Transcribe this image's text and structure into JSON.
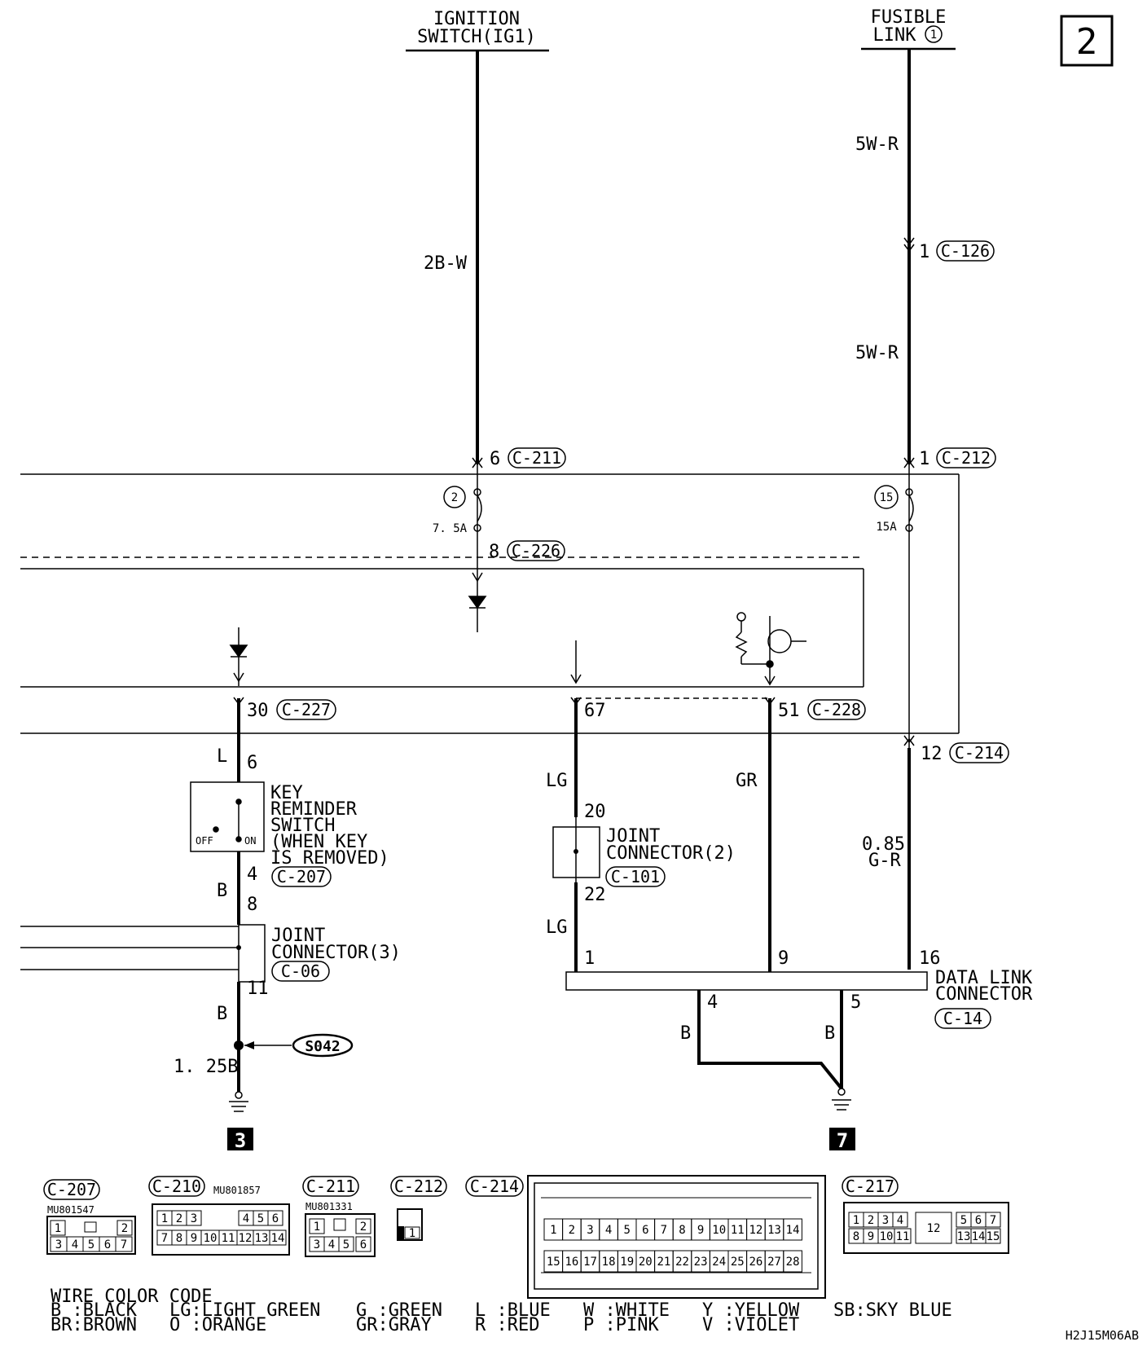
{
  "page_number": "2",
  "figure_code": "H2J15M06AB",
  "sources": {
    "ignition": {
      "line1": "IGNITION",
      "line2": "SWITCH(IG1)"
    },
    "fusible": {
      "line1": "FUSIBLE",
      "line2": "LINK",
      "num": "1"
    }
  },
  "wires": {
    "w_2bw": "2B-W",
    "w_5wr_a": "5W-R",
    "w_5wr_b": "5W-R",
    "w_l": "L",
    "w_b1": "B",
    "w_b2": "B",
    "w_125b": "1. 25B",
    "w_lg1": "LG",
    "w_lg2": "LG",
    "w_gr": "GR",
    "w_085_1": "0.85",
    "w_085_2": "G-R",
    "w_b3": "B",
    "w_b4": "B"
  },
  "connectors": {
    "c126": {
      "pin": "1",
      "name": "C-126"
    },
    "c211": {
      "pin": "6",
      "name": "C-211"
    },
    "c212": {
      "pin": "1",
      "name": "C-212"
    },
    "c226": {
      "pin": "8",
      "name": "C-226"
    },
    "c227": {
      "pin": "30",
      "name": "C-227"
    },
    "c228": {
      "pin67": "67",
      "pin51": "51",
      "name": "C-228"
    },
    "c214": {
      "pin": "12",
      "name": "C-214"
    },
    "c207": {
      "pin6": "6",
      "pin4": "4",
      "name": "C-207"
    },
    "c06": {
      "pin8": "8",
      "pin11": "11",
      "name": "C-06"
    },
    "c101": {
      "pin20": "20",
      "pin22": "22",
      "name": "C-101"
    },
    "c14": {
      "pin1": "1",
      "pin9": "9",
      "pin16": "16",
      "pin4": "4",
      "pin5": "5",
      "name": "C-14"
    }
  },
  "fuses": {
    "f2": {
      "num": "2",
      "rating": "7. 5A"
    },
    "f15": {
      "num": "15",
      "rating": "15A"
    }
  },
  "components": {
    "key_switch": {
      "l1": "KEY",
      "l2": "REMINDER",
      "l3": "SWITCH",
      "l4": "(WHEN KEY",
      "l5": "IS REMOVED)",
      "off": "OFF",
      "on": "ON"
    },
    "joint3": {
      "l1": "JOINT",
      "l2": "CONNECTOR(3)"
    },
    "joint2": {
      "l1": "JOINT",
      "l2": "CONNECTOR(2)"
    },
    "dlc": {
      "l1": "DATA LINK",
      "l2": "CONNECTOR"
    },
    "splice": "S042",
    "ground3": "3",
    "ground7": "7"
  },
  "connector_views": {
    "c207": {
      "name": "C-207",
      "part": "MU801547",
      "row1": [
        "1",
        "2"
      ],
      "row2": [
        "3",
        "4",
        "5",
        "6",
        "7"
      ]
    },
    "c210": {
      "name": "C-210",
      "part": "MU801857",
      "row1": [
        "1",
        "2",
        "3",
        "4",
        "5",
        "6"
      ],
      "row2": [
        "7",
        "8",
        "9",
        "10",
        "11",
        "12",
        "13",
        "14"
      ]
    },
    "c211": {
      "name": "C-211",
      "part": "MU801331",
      "row1": [
        "1",
        "2"
      ],
      "row2": [
        "3",
        "4",
        "5",
        "6"
      ]
    },
    "c212": {
      "name": "C-212",
      "row1": [
        "1"
      ]
    },
    "c214": {
      "name": "C-214",
      "row1": [
        "1",
        "2",
        "3",
        "4",
        "5",
        "6",
        "7",
        "8",
        "9",
        "10",
        "11",
        "12",
        "13",
        "14"
      ],
      "row2": [
        "15",
        "16",
        "17",
        "18",
        "19",
        "20",
        "21",
        "22",
        "23",
        "24",
        "25",
        "26",
        "27",
        "28"
      ]
    },
    "c217": {
      "name": "C-217",
      "row1": [
        "1",
        "2",
        "3",
        "4",
        "5",
        "6",
        "7"
      ],
      "row2": [
        "8",
        "9",
        "10",
        "11",
        "12",
        "13",
        "14",
        "15"
      ]
    }
  },
  "color_code": {
    "title": "WIRE COLOR CODE",
    "row1": [
      "B :BLACK",
      "LG:LIGHT GREEN",
      "G :GREEN",
      "L :BLUE",
      "W :WHITE",
      "Y :YELLOW",
      "SB:SKY BLUE"
    ],
    "row2": [
      "BR:BROWN",
      "O :ORANGE",
      "GR:GRAY",
      "R :RED",
      "P :PINK",
      "V :VIOLET"
    ]
  }
}
